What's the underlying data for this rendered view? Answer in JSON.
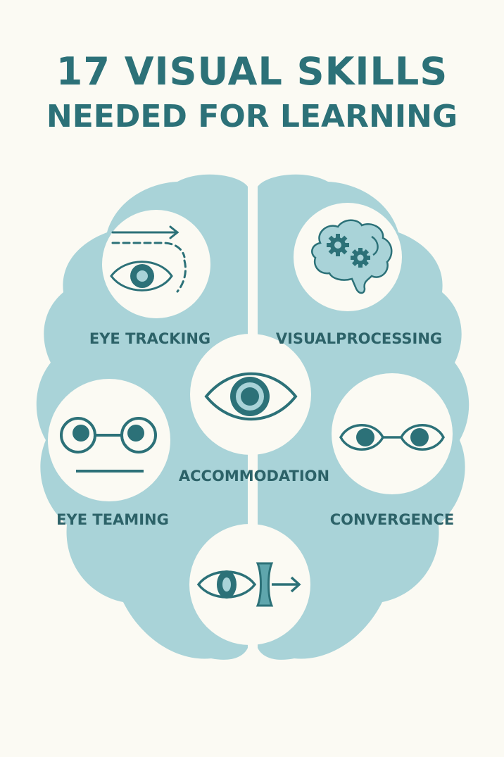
{
  "title": {
    "line1": "17 VISUAL SKILLS",
    "line2": "NEEDED FOR LEARNING"
  },
  "skills": {
    "eye_tracking": "EYE TRACKING",
    "visual_processing": "VISUALPROCESSING",
    "accommodation": "ACCOMMODATION",
    "eye_teaming": "EYE TEAMING",
    "convergence": "CONVERGENCE"
  },
  "colors": {
    "background": "#fbfaf3",
    "brain_fill": "#a9d3d8",
    "circle_fill": "#fbfaf3",
    "primary_teal": "#2c7178",
    "label_text": "#2c6268"
  },
  "icons": {
    "eye_tracking": "eye-with-motion-arrows-icon",
    "visual_processing": "brain-with-gears-icon",
    "accommodation": "eye-icon",
    "eye_teaming": "two-eyes-icon",
    "convergence": "two-eyes-converging-icon",
    "bottom": "eye-with-lens-and-arrow-icon"
  }
}
